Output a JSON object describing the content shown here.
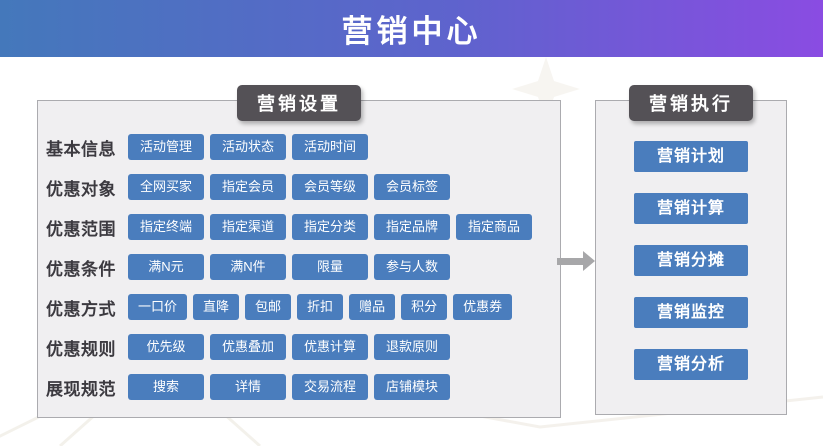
{
  "header": {
    "title": "营销中心"
  },
  "left_panel": {
    "title": "营销设置",
    "rows": [
      {
        "label": "基本信息",
        "buttons": [
          "活动管理",
          "活动状态",
          "活动时间"
        ]
      },
      {
        "label": "优惠对象",
        "buttons": [
          "全网买家",
          "指定会员",
          "会员等级",
          "会员标签"
        ]
      },
      {
        "label": "优惠范围",
        "buttons": [
          "指定终端",
          "指定渠道",
          "指定分类",
          "指定品牌",
          "指定商品"
        ]
      },
      {
        "label": "优惠条件",
        "buttons": [
          "满N元",
          "满N件",
          "限量",
          "参与人数"
        ]
      },
      {
        "label": "优惠方式",
        "buttons": [
          "一口价",
          "直降",
          "包邮",
          "折扣",
          "赠品",
          "积分",
          "优惠券"
        ]
      },
      {
        "label": "优惠规则",
        "buttons": [
          "优先级",
          "优惠叠加",
          "优惠计算",
          "退款原则"
        ]
      },
      {
        "label": "展现规范",
        "buttons": [
          "搜索",
          "详情",
          "交易流程",
          "店铺模块"
        ]
      }
    ]
  },
  "right_panel": {
    "title": "营销执行",
    "buttons": [
      "营销计划",
      "营销计算",
      "营销分摊",
      "营销监控",
      "营销分析"
    ]
  },
  "icons": {
    "flow_arrow": "right-arrow"
  },
  "colors": {
    "banner_gradient_start": "#4478bb",
    "banner_gradient_end": "#8a4ce2",
    "panel_bg": "#f0eff1",
    "panel_border": "#ababaf",
    "tab_bg": "#545156",
    "node_bg": "#4a7dbd",
    "node_text": "#ffffff",
    "row_label_text": "#3c3a40",
    "arrow": "#a7a7a9"
  }
}
